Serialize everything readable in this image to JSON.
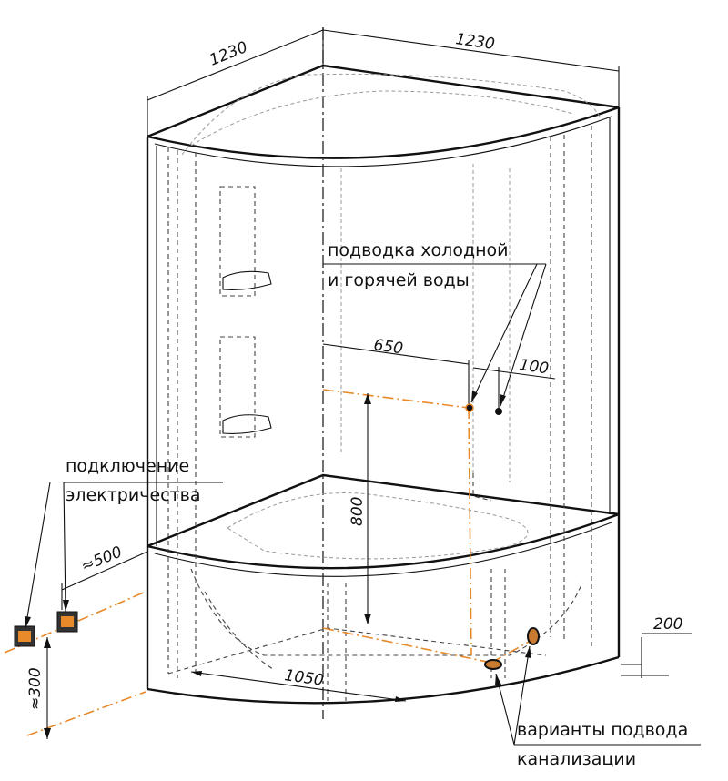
{
  "dimensions": {
    "width_left": "1230",
    "width_right": "1230",
    "supply_offset": "650",
    "supply_spacing": "100",
    "supply_height": "800",
    "drain_offset": "1050",
    "drain_side": "200",
    "electric_offset": "≈500",
    "electric_height": "≈300"
  },
  "labels": {
    "water_supply_line1": "подводка холодной",
    "water_supply_line2": "и горячей воды",
    "electric_line1": "подключение",
    "electric_line2": "электричества",
    "drain_line1": "варианты подвода",
    "drain_line2": "канализации"
  },
  "colors": {
    "lines": "#111111",
    "guides": "#e88a2a"
  }
}
